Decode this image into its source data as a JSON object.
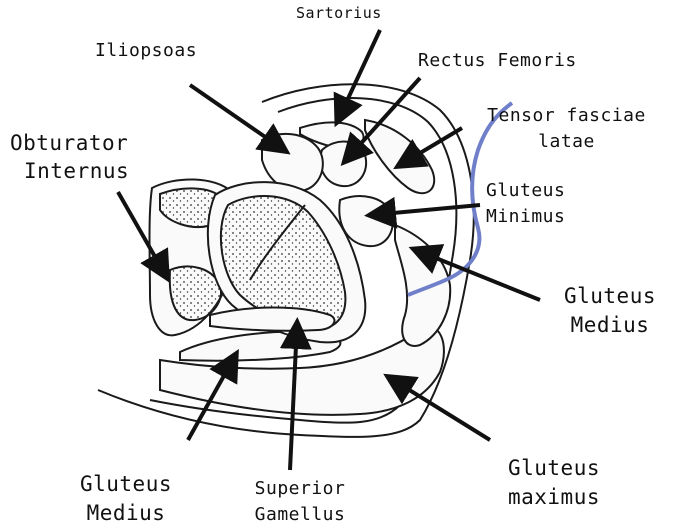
{
  "labels": {
    "sartorius": "Sartorius",
    "iliopsoas": "Iliopsoas",
    "rectus_femoris": "Rectus Femoris",
    "tensor_line1": "Tensor fasciae",
    "tensor_line2": "latae",
    "obturator_line1": "Obturator",
    "obturator_line2": "Internus",
    "gluteus_minimus_line1": "Gluteus",
    "gluteus_minimus_line2": "Minimus",
    "gluteus_medius_right_line1": "Gluteus",
    "gluteus_medius_right_line2": "Medius",
    "gluteus_medius_left_line1": "Gluteus",
    "gluteus_medius_left_line2": "Medius",
    "superior_gemellus_line1": "Superior",
    "superior_gemellus_line2": "Gamellus",
    "gluteus_maximus_line1": "Gluteus",
    "gluteus_maximus_line2": "maximus"
  },
  "colors": {
    "incision_line": "#6f7fc9",
    "outline": "#1a1a1a",
    "stipple": "#333333"
  }
}
